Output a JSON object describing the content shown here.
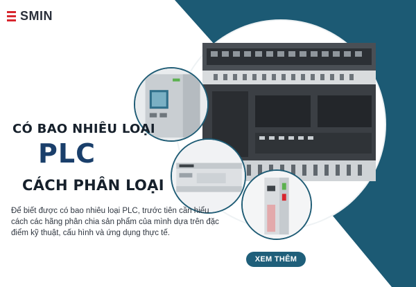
{
  "brand": {
    "name": "SMIN"
  },
  "headline": {
    "line1": "CÓ BAO NHIÊU LOẠI",
    "line2": "PLC",
    "line3": "CÁCH PHÂN LOẠI"
  },
  "description": "Để biết được có bao nhiêu loại PLC, trước tiên cần hiểu cách các hãng phân chia sản phẩm của mình dựa trên đặc điểm kỹ thuật, cấu hình và ứng dụng thực tế.",
  "cta": {
    "label": "XEM THÊM"
  },
  "colors": {
    "accent": "#1f5f7a",
    "brand_red": "#d8262e",
    "headline_blue": "#1a3f6b"
  },
  "images": [
    "plc-controller-image",
    "plc-cpu-module-image",
    "plc-compact-unit-image",
    "plc-io-module-image"
  ]
}
